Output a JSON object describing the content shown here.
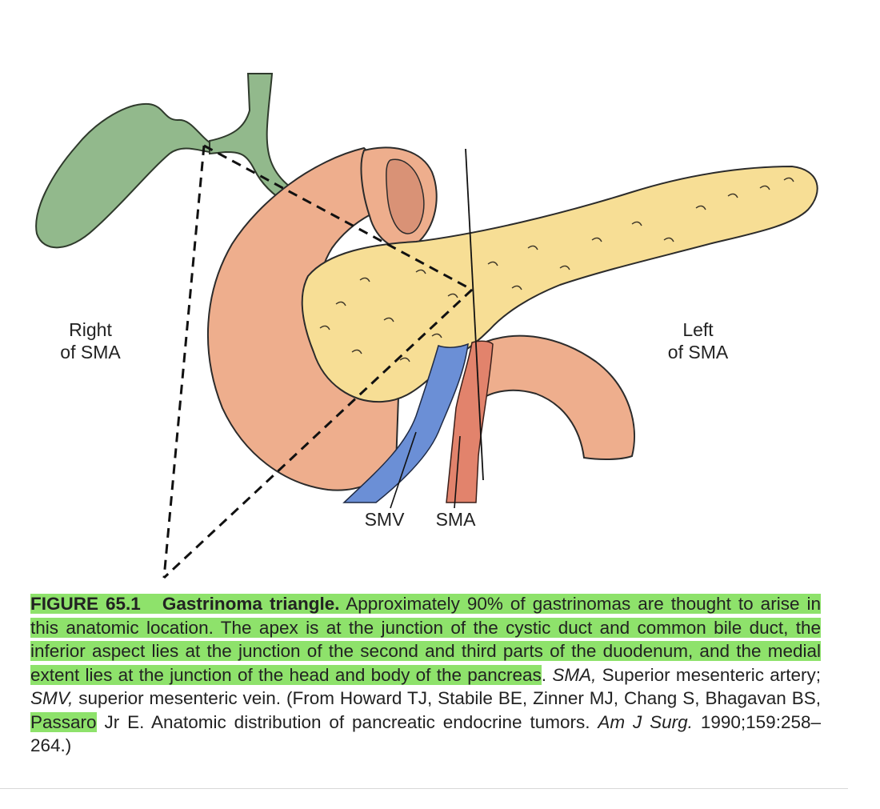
{
  "figure": {
    "labels": {
      "right_line1": "Right",
      "right_line2": "of SMA",
      "left_line1": "Left",
      "left_line2": "of SMA",
      "smv": "SMV",
      "sma": "SMA"
    },
    "colors": {
      "gallbladder": "#92b98c",
      "duodenum": "#eeae8d",
      "pancreas": "#f7de95",
      "vein": "#6b8fd6",
      "artery": "#e2836c",
      "highlight": "#8ee26b"
    }
  },
  "caption": {
    "figure_number": "FIGURE 65.1",
    "figure_title": "Gastrinoma triangle.",
    "highlighted_text": "Approximately 90% of gastrinomas are thought to arise in this anatomic location. The apex is at the junction of the cystic duct and common bile duct, the inferior aspect lies at the junction of the second and third parts of the duodenum, and the medial extent lies at the junction of the head and body of the pancreas",
    "period": ".",
    "abbr_sma": "SMA,",
    "abbr_sma_def": "Superior mesenteric artery;",
    "abbr_smv": "SMV,",
    "abbr_smv_def": "superior mesenteric vein. (From Howard TJ, Stabile BE, Zinner MJ, Chang S, Bhagavan BS,",
    "highlighted_name": "Passaro",
    "ref_rest": "Jr E. Anatomic distribution of pancreatic endocrine tumors.",
    "journal": "Am J Surg.",
    "ref_tail": "1990;159:258–264.)"
  }
}
